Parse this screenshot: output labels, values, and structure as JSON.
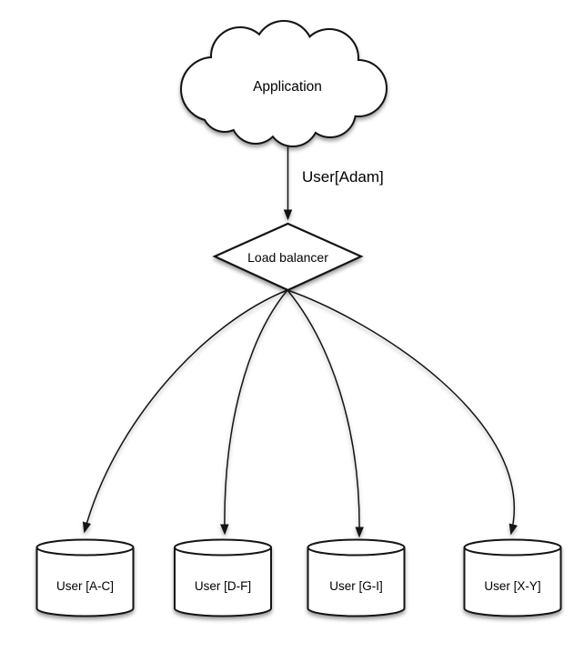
{
  "diagram": {
    "type": "sharding-architecture-flowchart",
    "nodes": {
      "application": {
        "label": "Application",
        "shape": "cloud"
      },
      "load_balancer": {
        "label": "Load balancer",
        "shape": "diamond"
      },
      "shards": [
        {
          "label": "User [A-C]",
          "shape": "cylinder"
        },
        {
          "label": "User [D-F]",
          "shape": "cylinder"
        },
        {
          "label": "User [G-I]",
          "shape": "cylinder"
        },
        {
          "label": "User [X-Y]",
          "shape": "cylinder"
        }
      ]
    },
    "edges": {
      "request_label": "User[Adam]",
      "app_to_lb": "Application -> Load balancer",
      "lb_to_shards": "Load balancer -> each shard"
    },
    "colors": {
      "stroke": "#141414",
      "node_fill": "#ffffff",
      "text": "#000000",
      "background": "#ffffff",
      "shadow": "rgba(0,0,0,0.38)"
    }
  }
}
